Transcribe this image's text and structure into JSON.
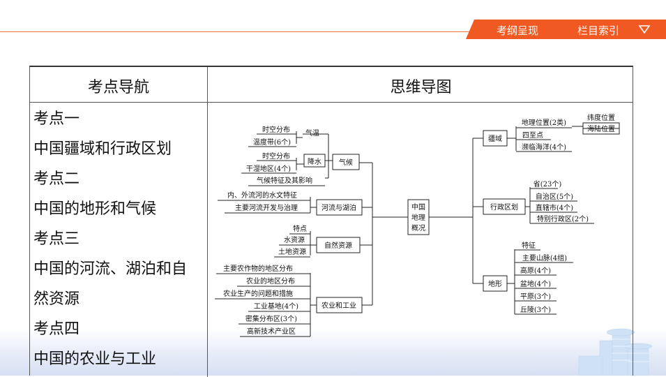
{
  "top_bar": {
    "btn1": "考纲呈现",
    "btn2": "栏目索引"
  },
  "table": {
    "col1_header": "考点导航",
    "col2_header": "思维导图",
    "nav_lines": [
      "考点一",
      "中国疆域和行政区划",
      "考点二",
      "中国的地形和气候",
      "考点三",
      "中国的河流、湖泊和自",
      "然资源",
      "考点四",
      "中国的农业与工业"
    ]
  },
  "mindmap": {
    "center": [
      "中国",
      "地理",
      "概况"
    ],
    "left": {
      "climate": {
        "label": "气候",
        "temp": "气温",
        "temp_items": [
          "时空分布",
          "温度带(6个)"
        ],
        "rain": "降水",
        "rain_items": [
          "时空分布",
          "干湿地区(4个)"
        ],
        "extra": "气候特征及其影响"
      },
      "rivers": {
        "label": "河流与湖泊",
        "items": [
          "内、外流河的水文特征",
          "主要河流开发与治理"
        ]
      },
      "resources": {
        "label": "自然资源",
        "items": [
          "特点",
          "水资源",
          "土地资源"
        ]
      },
      "agri": {
        "label": "农业和工业",
        "items": [
          "主要农作物的地区分布",
          "农业的地区分布",
          "农业生产的问题和措施",
          "工业基地(4个)",
          "密集分布区(3个)",
          "高新技术产业区"
        ]
      }
    },
    "right": {
      "territory": {
        "label": "疆域",
        "location": "地理位置(2类)",
        "location_items": [
          "纬度位置",
          "海陆位置"
        ],
        "items": [
          "四至点",
          "濒临海洋(4个)"
        ]
      },
      "admin": {
        "label": "行政区划",
        "items": [
          "省(23个)",
          "自治区(5个)",
          "直辖市(4个)",
          "特别行政区(2个)"
        ]
      },
      "terrain": {
        "label": "地形",
        "items": [
          "特征",
          "主要山脉(4组)",
          "高原(4个)",
          "盆地(4个)",
          "平原(3个)",
          "丘陵(3个)"
        ]
      }
    }
  }
}
